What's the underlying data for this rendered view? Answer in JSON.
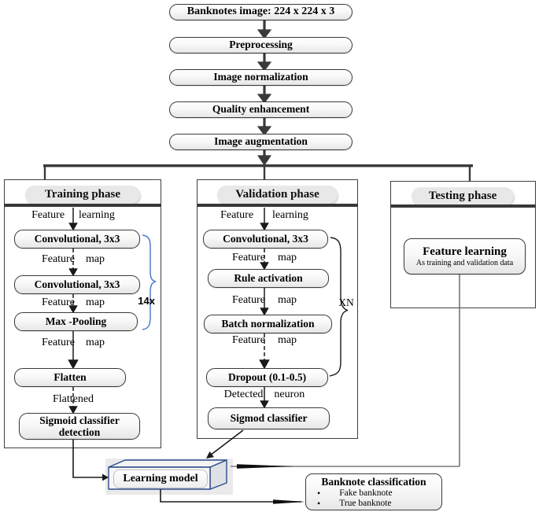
{
  "colors": {
    "line": "#3a3a3a",
    "box_border": "#3a3a3a",
    "model_blue": "#2d4a8a",
    "brace_blue": "#4472c4",
    "pill_gray": "#e8e8e8"
  },
  "pipeline": {
    "steps": [
      "Banknotes image: 224 x 224 x 3",
      "Preprocessing",
      "Image normalization",
      "Quality enhancement",
      "Image augmentation"
    ]
  },
  "training": {
    "title": "Training phase",
    "conn1": {
      "left": "Feature",
      "right": "learning"
    },
    "box1": "Convolutional, 3x3",
    "conn2": {
      "left": "Feature",
      "right": "map"
    },
    "box2": "Convolutional, 3x3",
    "conn3": {
      "left": "Feature",
      "right": "map"
    },
    "box3": "Max -Pooling",
    "conn4": {
      "left": "Feature",
      "right": "map"
    },
    "box4": "Flatten",
    "conn5": "Flattened",
    "box5_line1": "Sigmoid classifier",
    "box5_line2": "detection",
    "repeat_label": "14x"
  },
  "validation": {
    "title": "Validation phase",
    "conn1": {
      "left": "Feature",
      "right": "learning"
    },
    "box1": "Convolutional, 3x3",
    "conn2": {
      "left": "Feature",
      "right": "map"
    },
    "box2": "Rule activation",
    "conn3": {
      "left": "Feature",
      "right": "map"
    },
    "box3": "Batch normalization",
    "conn4": {
      "left": "Feature",
      "right": "map"
    },
    "box4": "Dropout (0.1-0.5)",
    "conn5": {
      "left": "Detected",
      "right": "neuron"
    },
    "box5": "Sigmod classifier",
    "repeat_label": "XN"
  },
  "testing": {
    "title": "Testing phase",
    "feature_box": {
      "title": "Feature learning",
      "subtitle": "As training and validation data"
    }
  },
  "learning_model": {
    "label": "Learning model"
  },
  "classification": {
    "title": "Banknote classification",
    "bullets": [
      "Fake banknote",
      "True banknote"
    ]
  }
}
